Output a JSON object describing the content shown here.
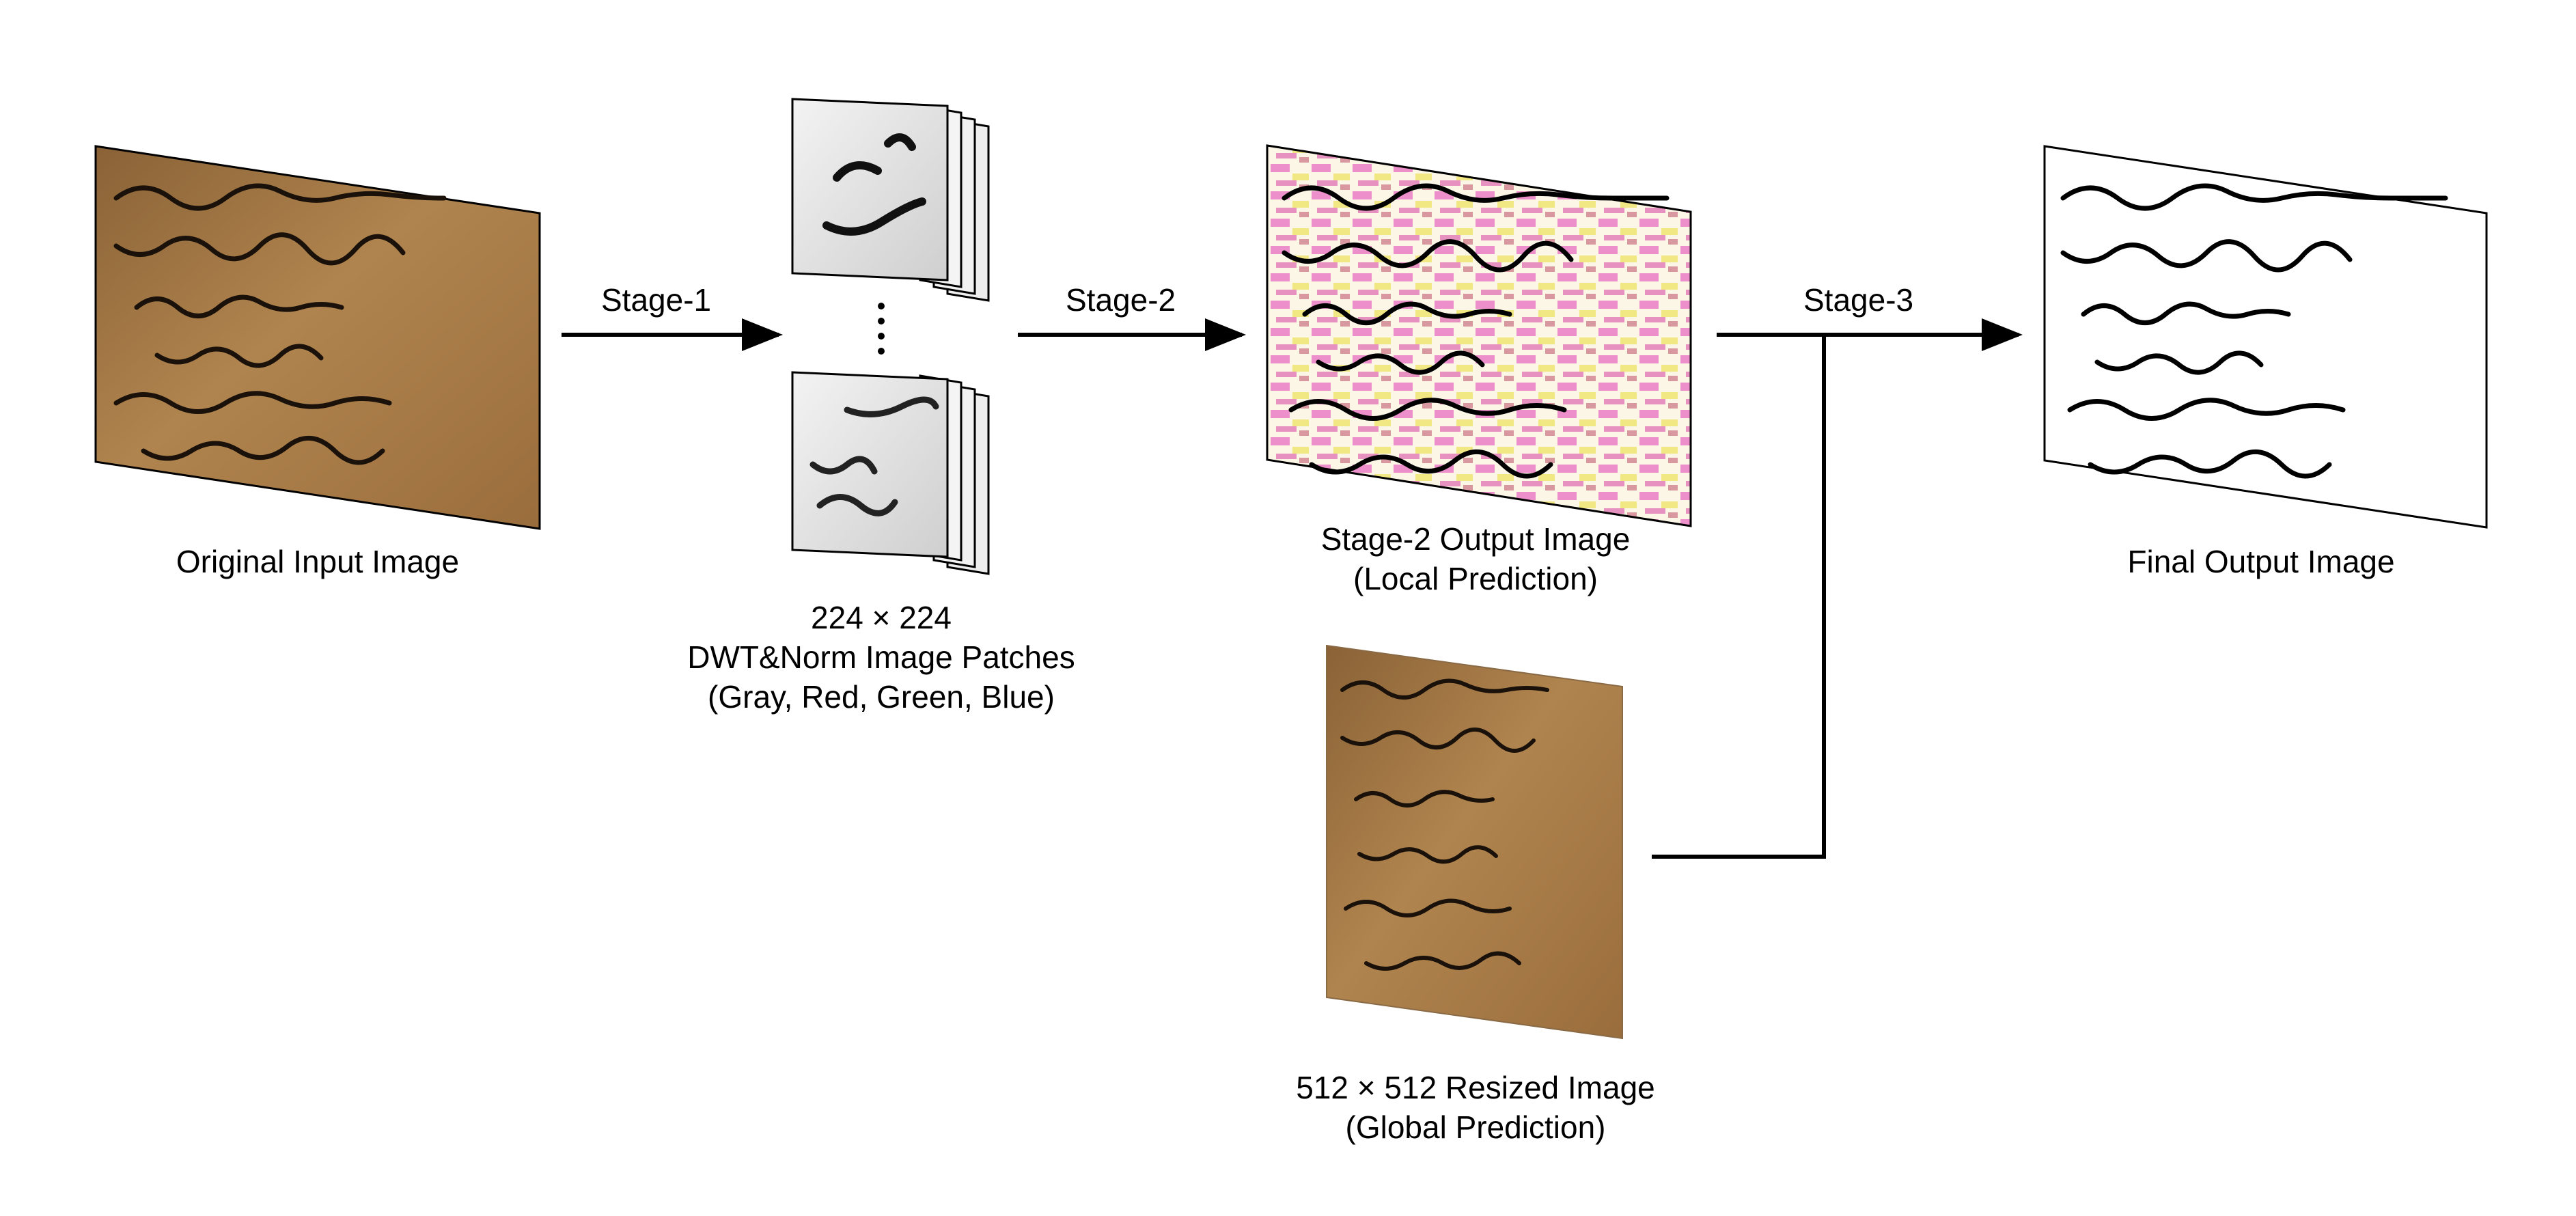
{
  "stages": {
    "stage1": "Stage-1",
    "stage2": "Stage-2",
    "stage3": "Stage-3"
  },
  "captions": {
    "input": "Original Input Image",
    "patches_line1": "224 × 224",
    "patches_line2": "DWT&Norm Image Patches",
    "patches_line3": "(Gray, Red, Green, Blue)",
    "stage2_line1": "Stage-2 Output Image",
    "stage2_line2": "(Local Prediction)",
    "resized_line1": "512 × 512 Resized Image",
    "resized_line2": "(Global Prediction)",
    "final": "Final Output Image"
  },
  "colors": {
    "parchment": "#a87a45",
    "parchment_dark": "#7d5730",
    "ink": "#111111",
    "patch_gray": "#d9d9d9",
    "magenta": "#e060b8",
    "yellow": "#f2e86a"
  }
}
